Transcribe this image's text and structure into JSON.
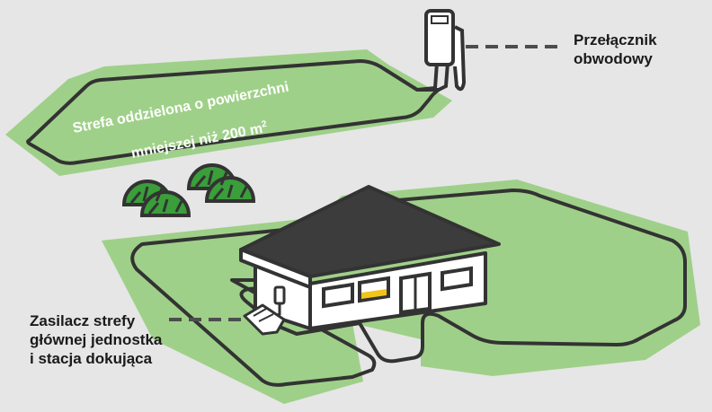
{
  "labels": {
    "switch_line1": "Przełącznik",
    "switch_line2": "obwodowy",
    "power_line1": "Zasilacz strefy",
    "power_line2": "głównej jednostka",
    "power_line3": "i stacja dokująca"
  },
  "zone": {
    "text_line1": "Strefa oddzielona o powierzchni",
    "text_line2_main": "mniejszej niż 200 m",
    "text_line2_sup": "2"
  },
  "colors": {
    "background": "#e6e6e6",
    "lawn": "#9fd089",
    "wire": "#333333",
    "roof": "#3c3c3c",
    "shrub": "#3a9e3a",
    "window_lit": "#f0c419"
  },
  "icons": {
    "switch": "circuit-switch-icon",
    "station": "docking-station-icon",
    "power": "power-supply-icon"
  }
}
